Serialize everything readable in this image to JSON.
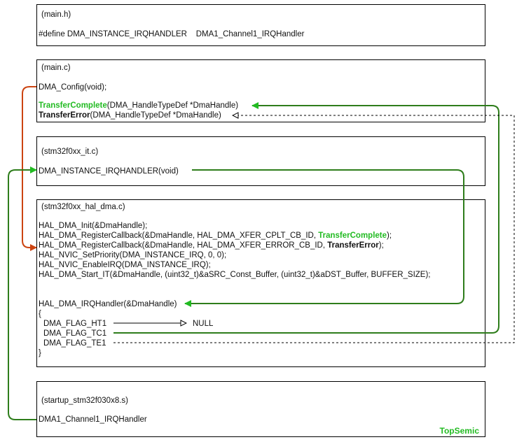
{
  "main_h": {
    "file": "(main.h)",
    "define": "#define DMA_INSTANCE_IRQHANDLER    DMA1_Channel1_IRQHandler"
  },
  "main_c": {
    "file": "(main.c)",
    "dma_config": "DMA_Config(void);",
    "transfer_complete_name": "TransferComplete",
    "transfer_complete_args": "(DMA_HandleTypeDef *DmaHandle)",
    "transfer_error_name": "TransferError",
    "transfer_error_args": "(DMA_HandleTypeDef *DmaHandle)"
  },
  "it_c": {
    "file": "(stm32f0xx_it.c)",
    "handler": "DMA_INSTANCE_IRQHANDLER(void)"
  },
  "hal_dma": {
    "file": "(stm32f0xx_hal_dma.c)",
    "init": "HAL_DMA_Init(&DmaHandle);",
    "reg_cplt_prefix": "HAL_DMA_RegisterCallback(&DmaHandle, HAL_DMA_XFER_CPLT_CB_ID, ",
    "reg_cplt_cb": "TransferComplete",
    "reg_cplt_suffix": ");",
    "reg_err_prefix": "HAL_DMA_RegisterCallback(&DmaHandle, HAL_DMA_XFER_ERROR_CB_ID, ",
    "reg_err_cb": "TransferError",
    "reg_err_suffix": ");",
    "nvic_priority": "HAL_NVIC_SetPriority(DMA_INSTANCE_IRQ, 0, 0);",
    "nvic_enable": "HAL_NVIC_EnableIRQ(DMA_INSTANCE_IRQ);",
    "start_it": "HAL_DMA_Start_IT(&DmaHandle, (uint32_t)&aSRC_Const_Buffer, (uint32_t)&aDST_Buffer, BUFFER_SIZE);",
    "irq_handler": "HAL_DMA_IRQHandler(&DmaHandle)",
    "brace_open": "{",
    "flag_ht1": "DMA_FLAG_HT1",
    "null_label": "NULL",
    "flag_tc1": "DMA_FLAG_TC1",
    "flag_te1": "DMA_FLAG_TE1",
    "brace_close": "}"
  },
  "startup": {
    "file": "(startup_stm32f030x8.s)",
    "handler": "DMA1_Channel1_IRQHandler"
  },
  "brand": "TopSemic",
  "colors": {
    "green": "#22bb22",
    "orange": "#cc4411",
    "black": "#000000"
  }
}
